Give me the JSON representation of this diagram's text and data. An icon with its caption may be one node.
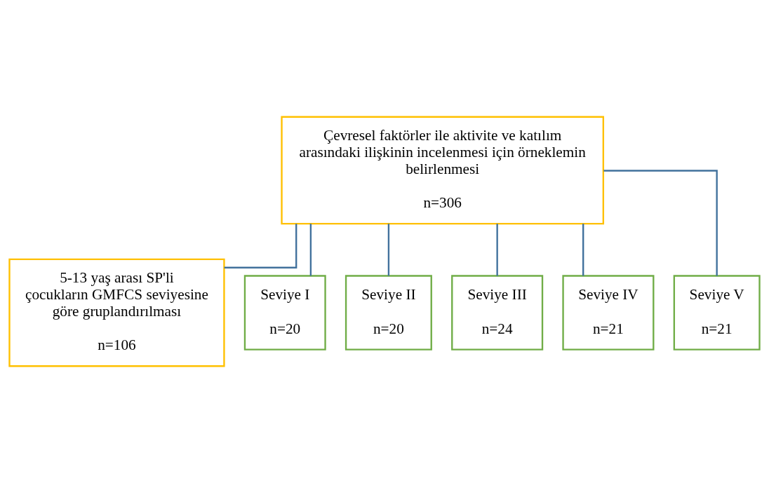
{
  "diagram": {
    "nodes": [
      {
        "text": [
          "Çevresel faktörler ile aktivite ve katılım arasındaki ilişkinin incelenmesi için örneklemin belirlenmesi",
          "n=306"
        ]
      },
      {
        "text": [
          "5-13 yaş arası SP'li çocukların GMFCS seviyesine göre gruplandırılması",
          "n=106"
        ]
      },
      {
        "text": [
          "Seviye I",
          "n=20"
        ]
      },
      {
        "text": [
          "Seviye II",
          "n=20"
        ]
      },
      {
        "text": [
          "Seviye III",
          "n=24"
        ]
      },
      {
        "text": [
          "Seviye IV",
          "n=21"
        ]
      },
      {
        "text": [
          "Seviye V",
          "n=21"
        ]
      }
    ],
    "edges": [
      {
        "from": 0,
        "to": 1,
        "arrow": "none"
      },
      {
        "from": 0,
        "to": 2,
        "arrow": "none"
      },
      {
        "from": 0,
        "to": 3,
        "arrow": "none"
      },
      {
        "from": 0,
        "to": 4,
        "arrow": "none"
      },
      {
        "from": 0,
        "to": 5,
        "arrow": "none"
      },
      {
        "from": 0,
        "to": 6,
        "arrow": "none"
      }
    ]
  }
}
